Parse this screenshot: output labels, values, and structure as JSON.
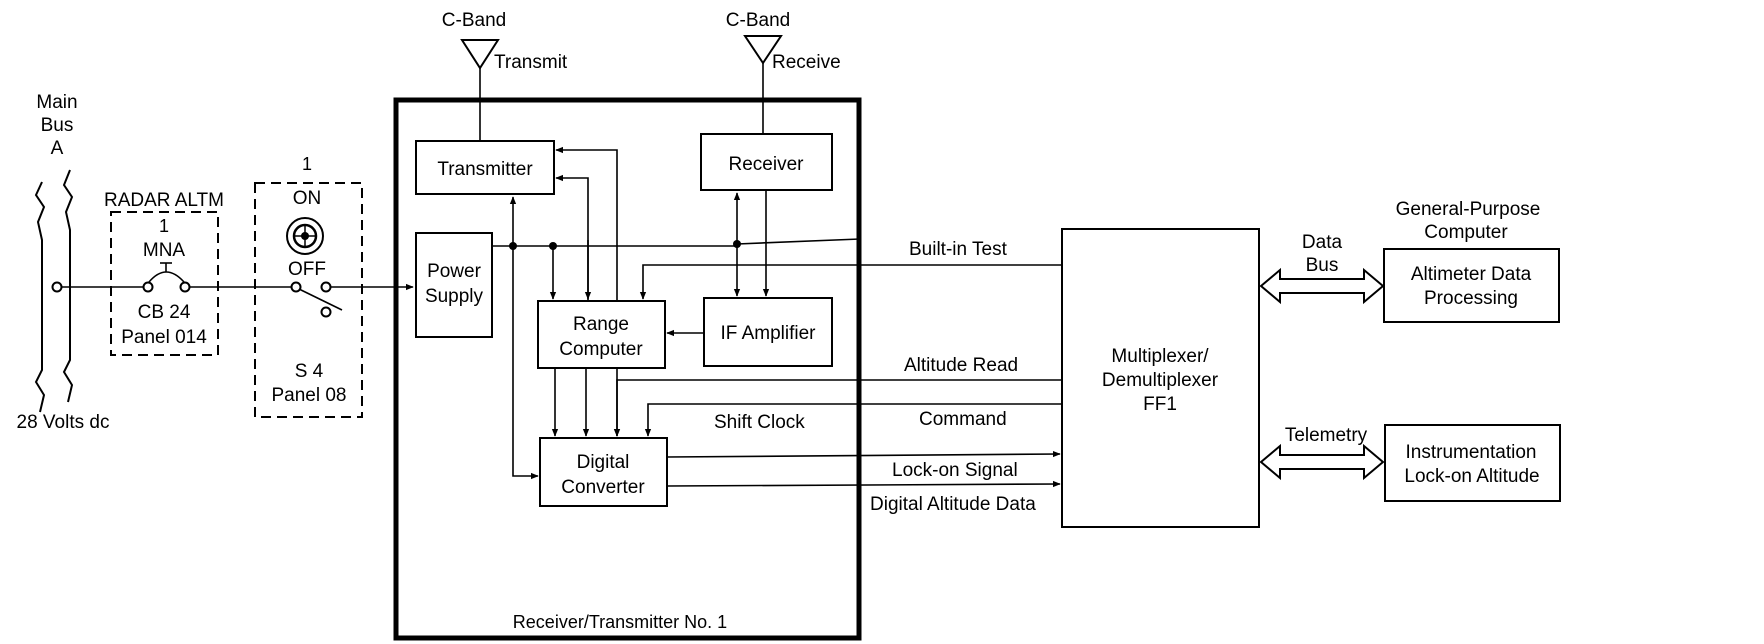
{
  "power": {
    "bus_line1": "Main",
    "bus_line2": "Bus",
    "bus_line3": "A",
    "voltage": "28 Volts dc"
  },
  "breaker": {
    "title": "RADAR ALTM",
    "num": "1",
    "name": "MNA",
    "id": "CB 24",
    "panel": "Panel 014"
  },
  "switch": {
    "num": "1",
    "on": "ON",
    "off": "OFF",
    "id": "S 4",
    "panel": "Panel 08"
  },
  "antennas": {
    "transmit_band": "C-Band",
    "transmit_label": "Transmit",
    "receive_band": "C-Band",
    "receive_label": "Receive"
  },
  "rt_unit": {
    "title": "Receiver/Transmitter No. 1",
    "transmitter": "Transmitter",
    "receiver": "Receiver",
    "power_supply_1": "Power",
    "power_supply_2": "Supply",
    "range_computer_1": "Range",
    "range_computer_2": "Computer",
    "if_amplifier": "IF Amplifier",
    "digital_converter_1": "Digital",
    "digital_converter_2": "Converter"
  },
  "signals": {
    "built_in_test": "Built-in Test",
    "altitude_read": "Altitude Read",
    "shift_clock": "Shift Clock",
    "command": "Command",
    "lock_on_signal": "Lock-on Signal",
    "digital_altitude_data": "Digital Altitude Data"
  },
  "mux": {
    "line1": "Multiplexer/",
    "line2": "Demultiplexer",
    "line3": "FF1"
  },
  "gpc": {
    "title_1": "General-Purpose",
    "title_2": "Computer",
    "box_1": "Altimeter Data",
    "box_2": "Processing",
    "bus_1": "Data",
    "bus_2": "Bus"
  },
  "instrumentation": {
    "telemetry": "Telemetry",
    "box_1": "Instrumentation",
    "box_2": "Lock-on Altitude"
  }
}
